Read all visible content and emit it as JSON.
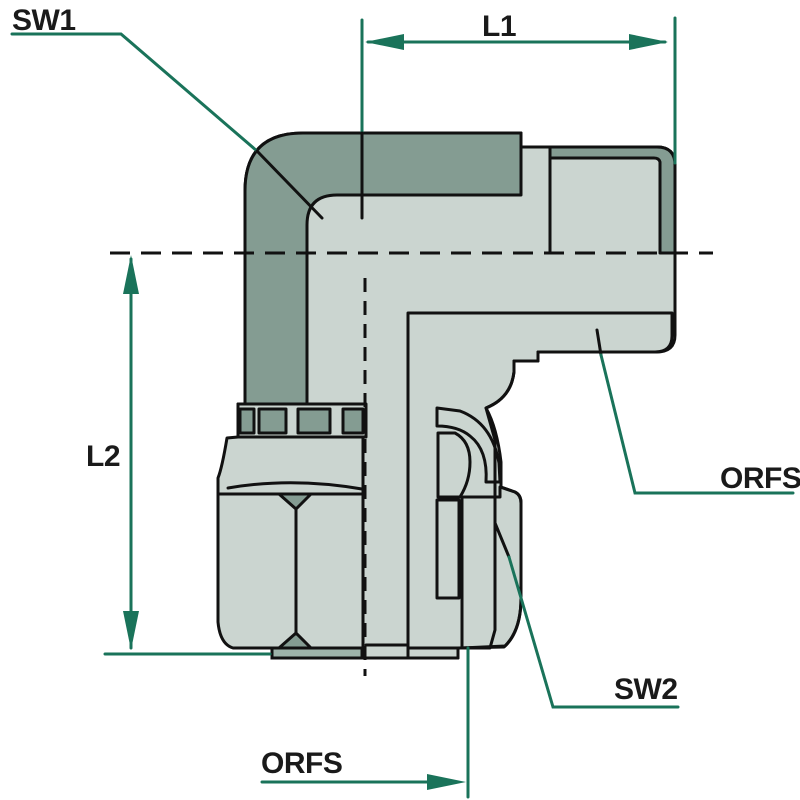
{
  "drawing": {
    "title": "90 degree elbow hydraulic adapter - sectional technical drawing",
    "labels": {
      "sw1": "SW1",
      "l1": "L1",
      "l2": "L2",
      "orfs_right": "ORFS",
      "sw2": "SW2",
      "orfs_bottom": "ORFS"
    }
  },
  "colors": {
    "background": "#ffffff",
    "outline": "#111111",
    "dimension": "#1a735a",
    "fill_light": "#cbd5d0",
    "fill_dark": "#849c92",
    "fill_hatch": "#8ba69b",
    "fill_collar": "#9db3a9",
    "text": "#1a1a1a"
  }
}
